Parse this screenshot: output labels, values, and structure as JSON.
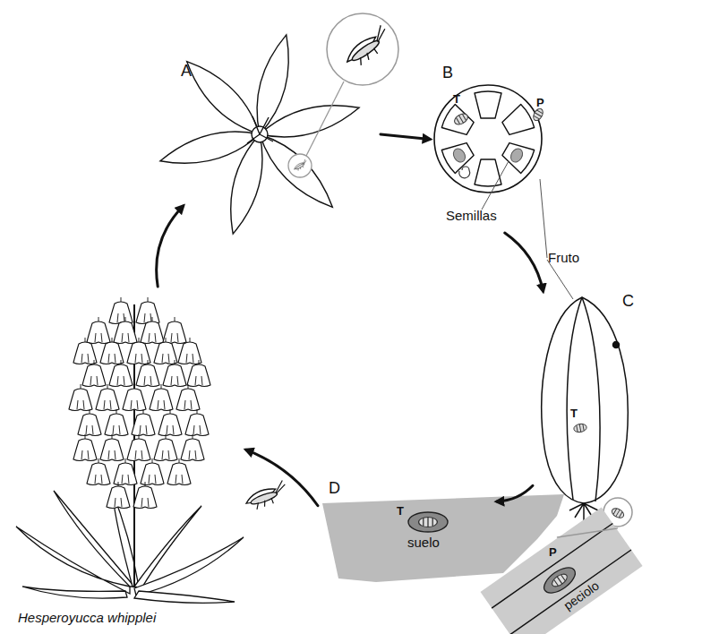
{
  "diagram": {
    "nodes": [
      {
        "text": [
          "A"
        ]
      },
      {
        "text": [
          "B",
          "T",
          "P",
          "Semillas"
        ]
      },
      {
        "text": [
          "C",
          "T"
        ]
      },
      {
        "text": [
          "Hesperoyucca whipplei"
        ]
      },
      {
        "text": [
          "D",
          "T",
          "suelo"
        ]
      },
      {
        "text": [
          "P",
          "peciolo"
        ]
      }
    ],
    "edges": [
      {
        "from": 3,
        "to": 0,
        "arrow": "to"
      },
      {
        "from": 0,
        "to": 1,
        "arrow": "to"
      },
      {
        "from": 1,
        "to": 2,
        "arrow": "to"
      },
      {
        "from": 2,
        "to": 4,
        "arrow": "to"
      },
      {
        "from": 4,
        "to": 3,
        "arrow": "to"
      },
      {
        "from": 2,
        "to": 5,
        "arrow": "none"
      }
    ],
    "labels": [
      "Fruto"
    ]
  }
}
